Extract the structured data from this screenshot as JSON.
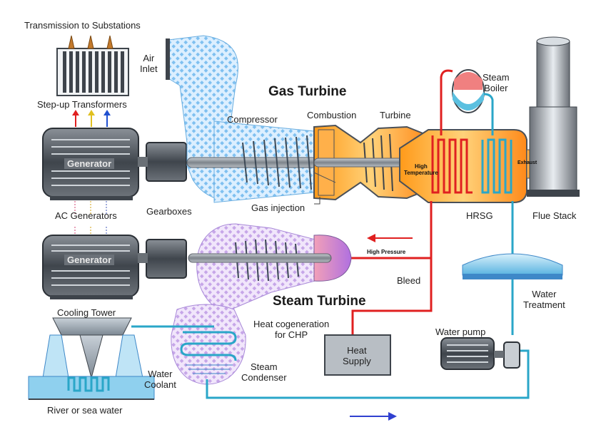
{
  "labels": {
    "transmission": "Transmission to Substations",
    "air_inlet": "Air\nInlet",
    "step_up": "Step-up Transformers",
    "compressor": "Compressor",
    "combustion": "Combustion",
    "turbine": "Turbine",
    "gas_turbine": "Gas Turbine",
    "steam_boiler": "Steam\nBoiler",
    "generator_top": "Generator",
    "generator_bottom": "Generator",
    "high_temperature": "High\nTemperature",
    "exhaust": "Exhaust",
    "gas_injection": "Gas injection",
    "ac_generators": "AC Generators",
    "gearboxes": "Gearboxes",
    "hrsg": "HRSG",
    "flue_stack": "Flue Stack",
    "high_pressure": "High Pressure",
    "bleed": "Bleed",
    "steam_turbine": "Steam Turbine",
    "water_treatment": "Water\nTreatment",
    "cooling_tower": "Cooling Tower",
    "heat_cogeneration": "Heat cogeneration\nfor CHP",
    "water_pump": "Water pump",
    "heat_supply": "Heat\nSupply",
    "water_coolant": "Water\nCoolant",
    "steam_condenser": "Steam\nCondenser",
    "river": "River or sea water"
  },
  "colors": {
    "hot_steam": "#e02020",
    "cool_water": "#2aa6c8",
    "air_blue": "#3a8fd6",
    "steam_pink": "#b48ad8",
    "metal": "#5a5f66",
    "arrow_red": "#e02020",
    "arrow_blue": "#3040d0",
    "transformer_arrows": [
      "#e02020",
      "#e0c020",
      "#2050d0"
    ]
  }
}
